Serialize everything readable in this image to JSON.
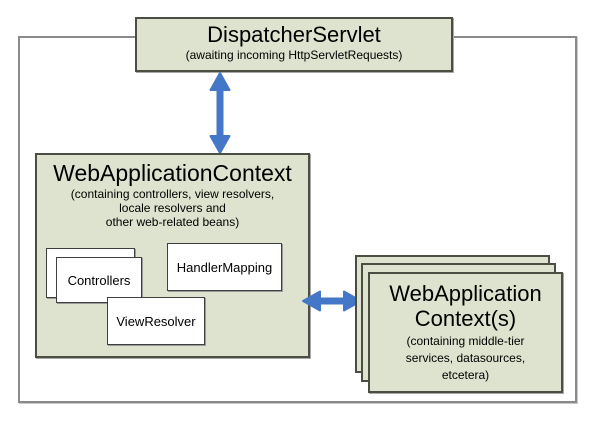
{
  "dispatcher": {
    "title": "DispatcherServlet",
    "subtitle": "(awaiting incoming HttpServletRequests)"
  },
  "web_app_context": {
    "title": "WebApplicationContext",
    "subtitle_lines": [
      "(containing controllers, view resolvers,",
      "locale resolvers and",
      "other web-related beans)"
    ],
    "boxes": {
      "controllers": "Controllers",
      "handler_mapping": "HandlerMapping",
      "view_resolver": "ViewResolver"
    }
  },
  "web_app_contexts": {
    "title_lines": [
      "WebApplication",
      "Context(s)"
    ],
    "subtitle_lines": [
      "(containing middle-tier",
      "services, datasources,",
      "etcetera)"
    ]
  },
  "icons": {
    "vertical_arrow": "bidirectional-arrow",
    "horizontal_arrow": "bidirectional-arrow"
  },
  "colors": {
    "box_fill": "#dde3cf",
    "box_border": "#4c4d43",
    "inner_box_fill": "#ffffff",
    "inner_box_border": "#3f3f3f",
    "outer_border": "#8a8a8a",
    "arrow": "#4477c8"
  }
}
